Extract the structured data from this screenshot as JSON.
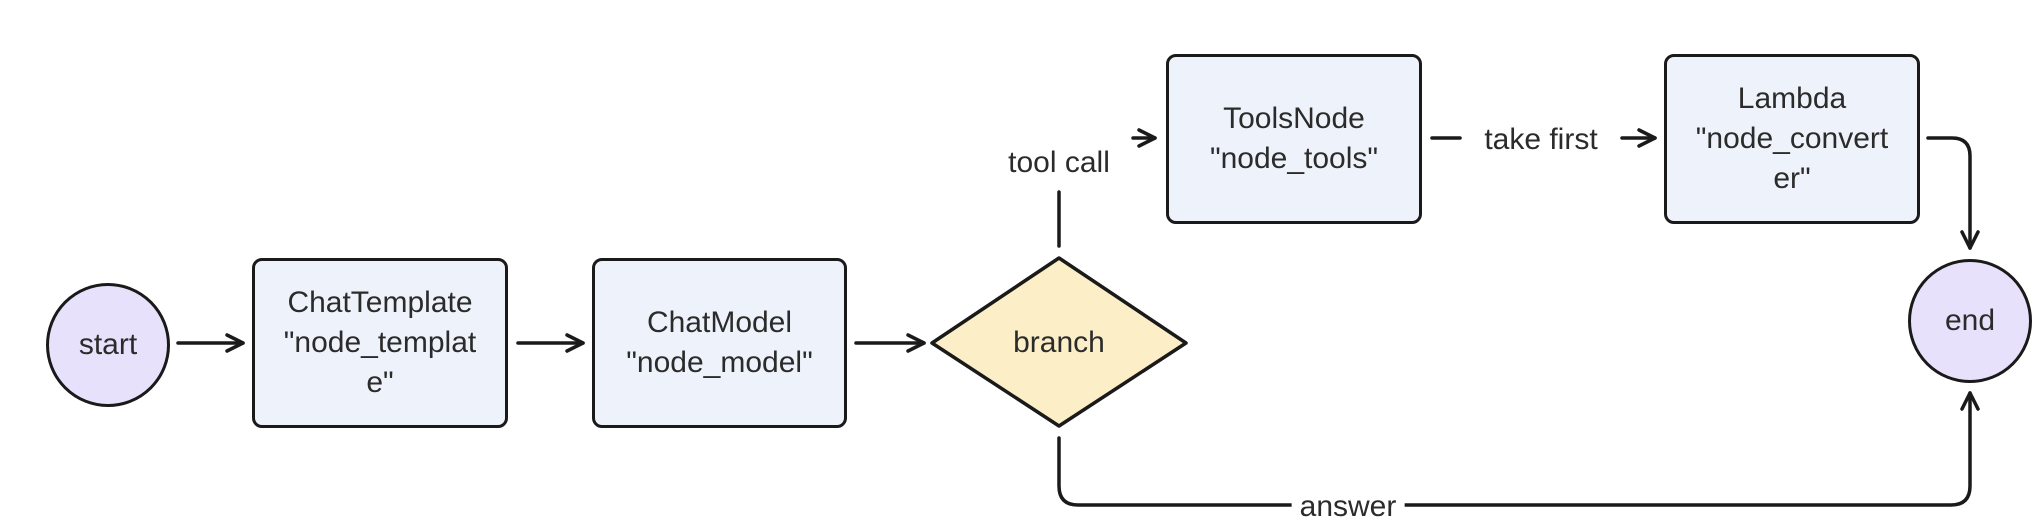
{
  "nodes": {
    "start": {
      "label": "start"
    },
    "chat_template": {
      "line1": "ChatTemplate",
      "line2": "\"node_templat",
      "line3": "e\""
    },
    "chat_model": {
      "line1": "ChatModel",
      "line2": "\"node_model\""
    },
    "branch": {
      "label": "branch"
    },
    "tools_node": {
      "line1": "ToolsNode",
      "line2": "\"node_tools\""
    },
    "lambda": {
      "line1": "Lambda",
      "line2": "\"node_convert",
      "line3": "er\""
    },
    "end": {
      "label": "end"
    }
  },
  "edges": {
    "tool_call": "tool call",
    "take_first": "take first",
    "answer": "answer"
  },
  "colors": {
    "rect_fill": "#eef3fb",
    "circle_fill": "#e8e1fb",
    "diamond_fill": "#fcefc7",
    "stroke": "#1a1a1a"
  }
}
